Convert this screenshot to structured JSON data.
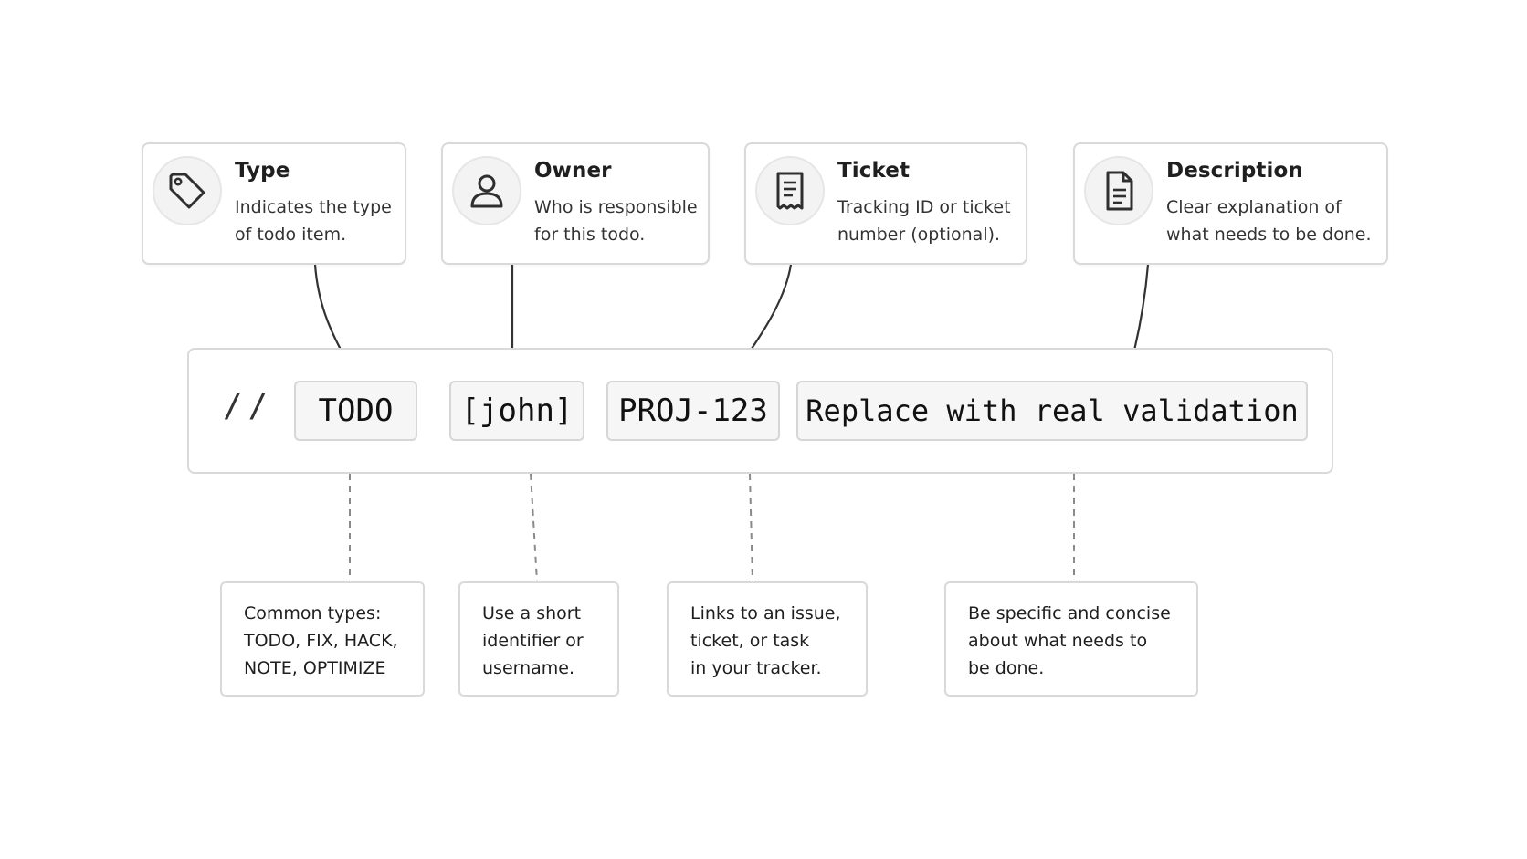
{
  "cards": [
    {
      "title": "Type",
      "description": "Indicates the type\nof todo item.",
      "icon": "tag-icon"
    },
    {
      "title": "Owner",
      "description": "Who is responsible\nfor this todo.",
      "icon": "user-icon"
    },
    {
      "title": "Ticket",
      "description": "Tracking ID or ticket\nnumber (optional).",
      "icon": "receipt-icon"
    },
    {
      "title": "Description",
      "description": "Clear explanation of\nwhat needs to be done.",
      "icon": "document-icon"
    }
  ],
  "code": {
    "prefix": "//",
    "type_token": "TODO",
    "owner_token": "[john]",
    "ticket_token": "PROJ-123",
    "description_token": "Replace with real validation"
  },
  "notes": [
    "Common types:\nTODO, FIX, HACK,\nNOTE, OPTIMIZE",
    "Use a short\nidentifier or\nusername.",
    "Links to an issue,\nticket, or task\nin your tracker.",
    "Be specific and concise\nabout what needs to\nbe done."
  ],
  "colors": {
    "border": "#d9d9d9",
    "token_fill": "#f6f6f6",
    "icon_fill": "#f3f3f3",
    "arrow": "#333333",
    "dashed_line": "#8a8a8a"
  }
}
